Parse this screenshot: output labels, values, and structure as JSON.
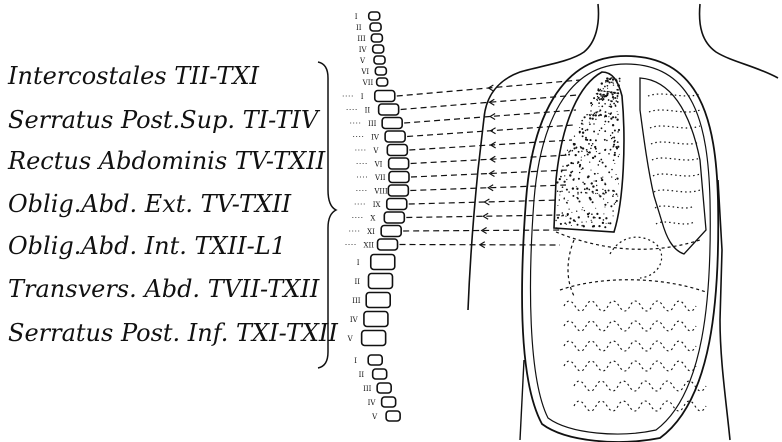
{
  "muscle_labels": [
    "Intercostales TII-TXI",
    "Serratus Post.Sup. TI-TIV",
    "Rectus Abdominis TV-TXII",
    "Oblig.Abd. Ext. TV-TXII",
    "Oblig.Abd. Int. TXII-L1",
    "Transvers. Abd. TVII-TXII",
    "Serratus Post. Inf. TXI-TXII"
  ],
  "vertebra_labels": {
    "cervical": [
      "I",
      "II",
      "III",
      "IV",
      "V",
      "VI",
      "VII"
    ],
    "thoracic": [
      "I",
      "II",
      "III",
      "IV",
      "V",
      "VI",
      "VII",
      "VIII",
      "IX",
      "X",
      "XI",
      "XII"
    ],
    "lumbar": [
      "I",
      "II",
      "III",
      "IV",
      "V"
    ],
    "sacral": [
      "I",
      "II",
      "III",
      "IV",
      "V"
    ]
  },
  "colors": {
    "ink": "#111111",
    "background": "#ffffff"
  }
}
